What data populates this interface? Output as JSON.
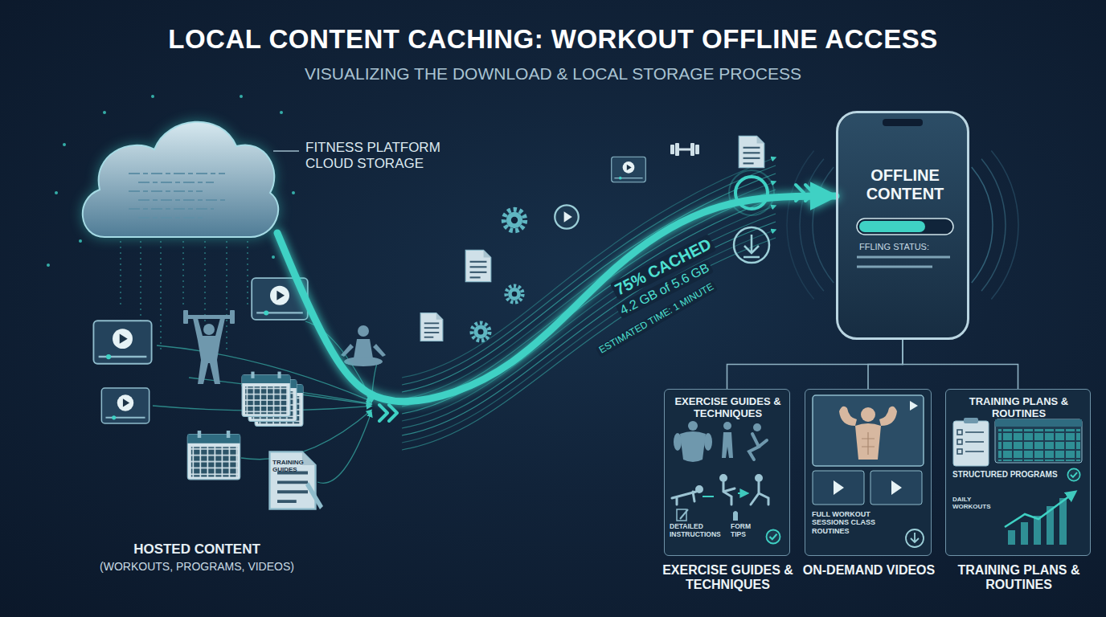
{
  "diagram": {
    "title": "LOCAL CONTENT CACHING: WORKOUT OFFLINE ACCESS",
    "nodes": [
      {
        "text": [
          "FITNESS PLATFORM CLOUD STORAGE"
        ]
      },
      {
        "text": [
          "OFFLINE CONTENT",
          "FFLING STATUS:"
        ]
      },
      {
        "text": [
          "EXERCISE GUIDES & TECHNIQUES",
          "DETAILED INSTRUCTIONS",
          "FORM TIPS",
          "EXERCISE GUIDES & TECHNIQUES"
        ]
      },
      {
        "text": [
          "FULL WORKOUT SESSIONS CLASS ROUTINES",
          "ON-DEMAND VIDEOS"
        ]
      },
      {
        "text": [
          "TRAINING PLANS & ROUTINES",
          "STRUCTURED PROGRAMS",
          "DAILY WORKOUTS",
          "TRAINING PLANS & ROUTINES"
        ]
      }
    ],
    "edges": [
      {
        "from": 0,
        "to": 1,
        "arrow": "to"
      },
      {
        "from": 1,
        "to": 2,
        "arrow": "none"
      },
      {
        "from": 1,
        "to": 3,
        "arrow": "none"
      },
      {
        "from": 1,
        "to": 4,
        "arrow": "none"
      }
    ],
    "labels": [
      "VISUALIZING THE DOWNLOAD & LOCAL STORAGE PROCESS",
      "TRAINING GUIDES",
      "75% CACHED",
      "4.2 GB of 5.6 GB",
      "ESTIMATED TIME: 1 MINUTE",
      "HOSTED CONTENT",
      "(WORKOUTS, PROGRAMS, VIDEOS)"
    ]
  }
}
